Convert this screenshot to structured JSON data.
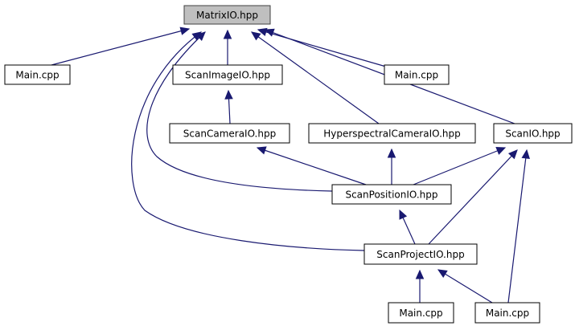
{
  "diagram": {
    "type": "include-dependency-graph",
    "edge_color": "#191970",
    "root_fill": "#bfbfbf",
    "nodes": [
      {
        "id": "matrixio",
        "label": "MatrixIO.hpp",
        "root": true
      },
      {
        "id": "main1",
        "label": "Main.cpp"
      },
      {
        "id": "scanimageio",
        "label": "ScanImageIO.hpp"
      },
      {
        "id": "main2",
        "label": "Main.cpp"
      },
      {
        "id": "scancameraio",
        "label": "ScanCameraIO.hpp"
      },
      {
        "id": "hyperspectralcameraio",
        "label": "HyperspectralCameraIO.hpp"
      },
      {
        "id": "scanio",
        "label": "ScanIO.hpp"
      },
      {
        "id": "scanpositionio",
        "label": "ScanPositionIO.hpp"
      },
      {
        "id": "scanprojectio",
        "label": "ScanProjectIO.hpp"
      },
      {
        "id": "main3",
        "label": "Main.cpp"
      },
      {
        "id": "main4",
        "label": "Main.cpp"
      }
    ],
    "edges": [
      {
        "from": "matrixio",
        "to": "main1"
      },
      {
        "from": "matrixio",
        "to": "scanimageio"
      },
      {
        "from": "matrixio",
        "to": "main2"
      },
      {
        "from": "matrixio",
        "to": "hyperspectralcameraio"
      },
      {
        "from": "matrixio",
        "to": "scanio"
      },
      {
        "from": "matrixio",
        "to": "scanpositionio"
      },
      {
        "from": "matrixio",
        "to": "scanprojectio"
      },
      {
        "from": "scanimageio",
        "to": "scancameraio"
      },
      {
        "from": "scancameraio",
        "to": "scanpositionio"
      },
      {
        "from": "hyperspectralcameraio",
        "to": "scanpositionio"
      },
      {
        "from": "scanio",
        "to": "scanpositionio"
      },
      {
        "from": "scanio",
        "to": "scanprojectio"
      },
      {
        "from": "scanio",
        "to": "main4"
      },
      {
        "from": "scanpositionio",
        "to": "scanprojectio"
      },
      {
        "from": "scanprojectio",
        "to": "main3"
      },
      {
        "from": "scanprojectio",
        "to": "main4"
      }
    ]
  }
}
